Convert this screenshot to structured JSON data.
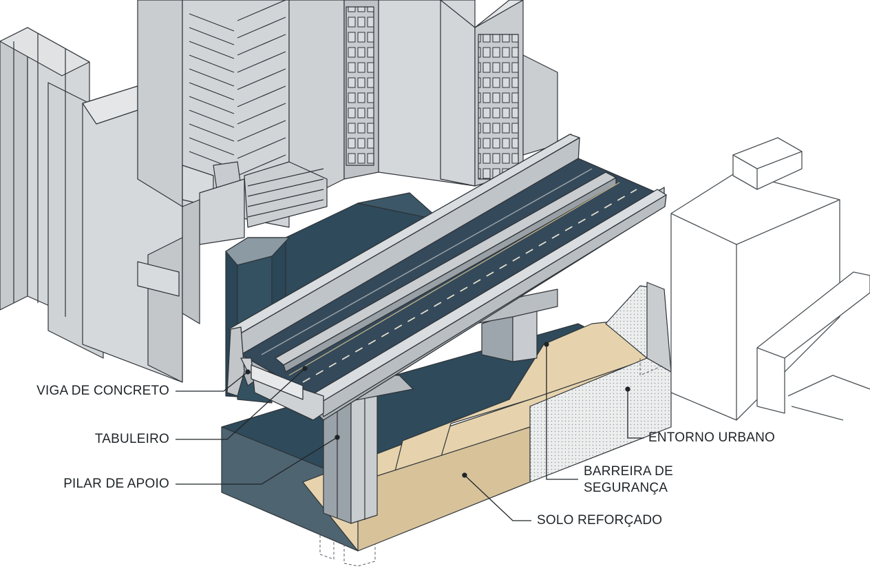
{
  "labels": {
    "viga": "VIGA DE CONCRETO",
    "tabuleiro": "TABULEIRO",
    "pilar": "PILAR DE APOIO",
    "entorno": "ENTORNO URBANO",
    "barreira_line1": "BARREIRA DE",
    "barreira_line2": "SEGURANÇA",
    "solo": "SOLO REFORÇADO"
  },
  "colors": {
    "building_gray": "#cfd3d6",
    "building_dark": "#b7bcc0",
    "outline": "#2e3338",
    "deck_asphalt": "#34495a",
    "teal_dark": "#2f4a5a",
    "sand": "#e6d3ad",
    "concrete": "#c6cacd"
  }
}
